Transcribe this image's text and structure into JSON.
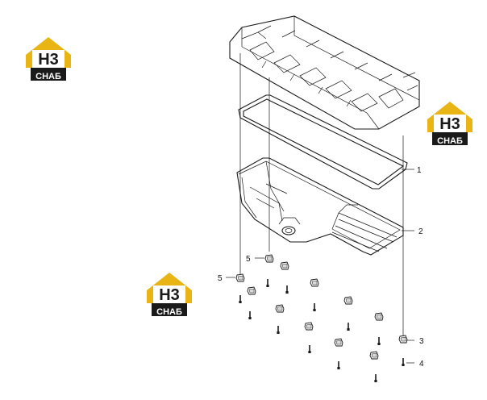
{
  "logo": {
    "mark": "H3",
    "word": "СНАБ",
    "gold": "#e8b515",
    "dark": "#1a1a1a"
  },
  "callouts": {
    "c1": "1",
    "c2": "2",
    "c3": "3",
    "c4": "4",
    "c5a": "5",
    "c5b": "5"
  }
}
